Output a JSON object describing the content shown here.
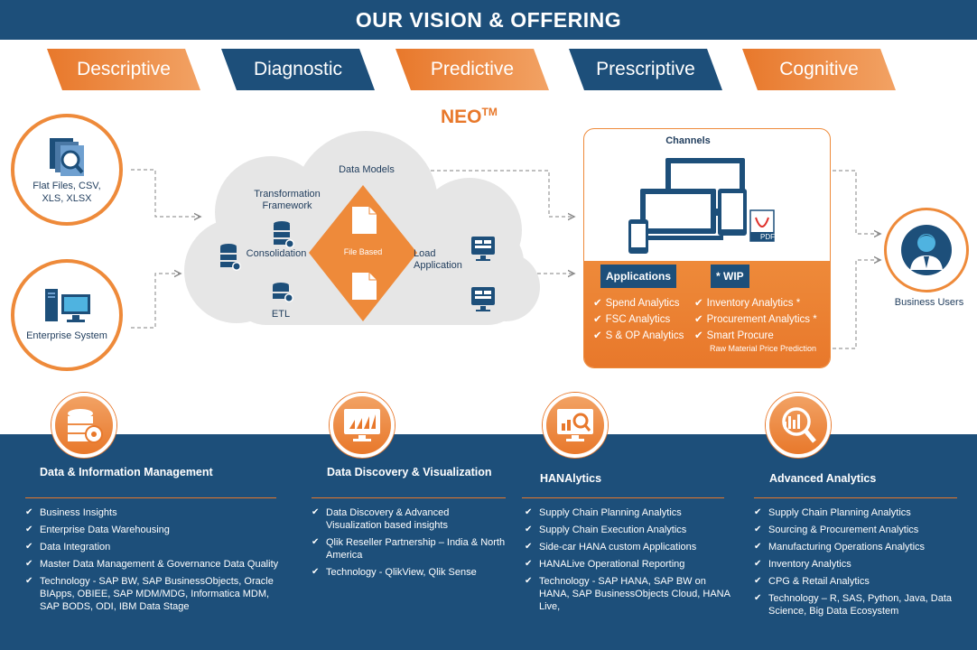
{
  "header": {
    "title": "OUR VISION & OFFERING"
  },
  "stages": [
    {
      "label": "Descriptive",
      "color": "#e8782b"
    },
    {
      "label": "Diagnostic",
      "color": "#1d4f7a"
    },
    {
      "label": "Predictive",
      "color": "#e8782b"
    },
    {
      "label": "Prescriptive",
      "color": "#1d4f7a"
    },
    {
      "label": "Cognitive",
      "color": "#e8782b"
    }
  ],
  "neo": {
    "label": "NEO",
    "trademark": "TM"
  },
  "sources": [
    {
      "label": "Flat Files, CSV, XLS, XLSX",
      "icon": "file-search-icon"
    },
    {
      "label": "Enterprise System",
      "icon": "computer-icon"
    }
  ],
  "cloud": {
    "data_models": "Data Models",
    "transformation": "Transformation Framework",
    "consolidation": "Consolidation",
    "etl": "ETL",
    "file_based": "File Based",
    "load_application": "Load Application"
  },
  "channels": {
    "title": "Channels",
    "pdf": "PDF",
    "applications_label": "Applications",
    "wip_label": "* WIP",
    "applications": [
      "Spend Analytics",
      "FSC Analytics",
      "S & OP Analytics"
    ],
    "wip": [
      "Inventory Analytics *",
      "Procurement Analytics *",
      "Smart Procure"
    ],
    "wip_note": "Raw Material Price Prediction"
  },
  "business_users": {
    "label": "Business Users",
    "icon": "user-icon"
  },
  "offerings": [
    {
      "title": "Data & Information Management",
      "icon": "database-gear-icon",
      "items": [
        "Business Insights",
        "Enterprise Data Warehousing",
        "Data Integration",
        "Master Data Management & Governance Data Quality",
        "Technology - SAP BW, SAP BusinessObjects, Oracle BIApps, OBIEE, SAP MDM/MDG, Informatica MDM, SAP BODS, ODI, IBM Data Stage"
      ]
    },
    {
      "title": "Data Discovery & Visualization",
      "icon": "monitor-chart-icon",
      "items": [
        "Data Discovery & Advanced Visualization based insights",
        "Qlik Reseller Partnership – India & North America",
        "Technology - QlikView, Qlik Sense"
      ]
    },
    {
      "title": "HANAlytics",
      "icon": "monitor-search-icon",
      "items": [
        "Supply Chain Planning Analytics",
        "Supply Chain Execution Analytics",
        "Side-car HANA custom Applications",
        "HANALive Operational Reporting",
        "Technology - SAP HANA, SAP BW on HANA, SAP BusinessObjects Cloud, HANA Live,"
      ]
    },
    {
      "title": "Advanced Analytics",
      "icon": "analytics-search-icon",
      "items": [
        "Supply Chain Planning Analytics",
        "Sourcing & Procurement Analytics",
        "Manufacturing Operations Analytics",
        "Inventory Analytics",
        "CPG & Retail Analytics",
        "Technology – R, SAS, Python, Java, Data Science, Big Data Ecosystem"
      ]
    }
  ]
}
